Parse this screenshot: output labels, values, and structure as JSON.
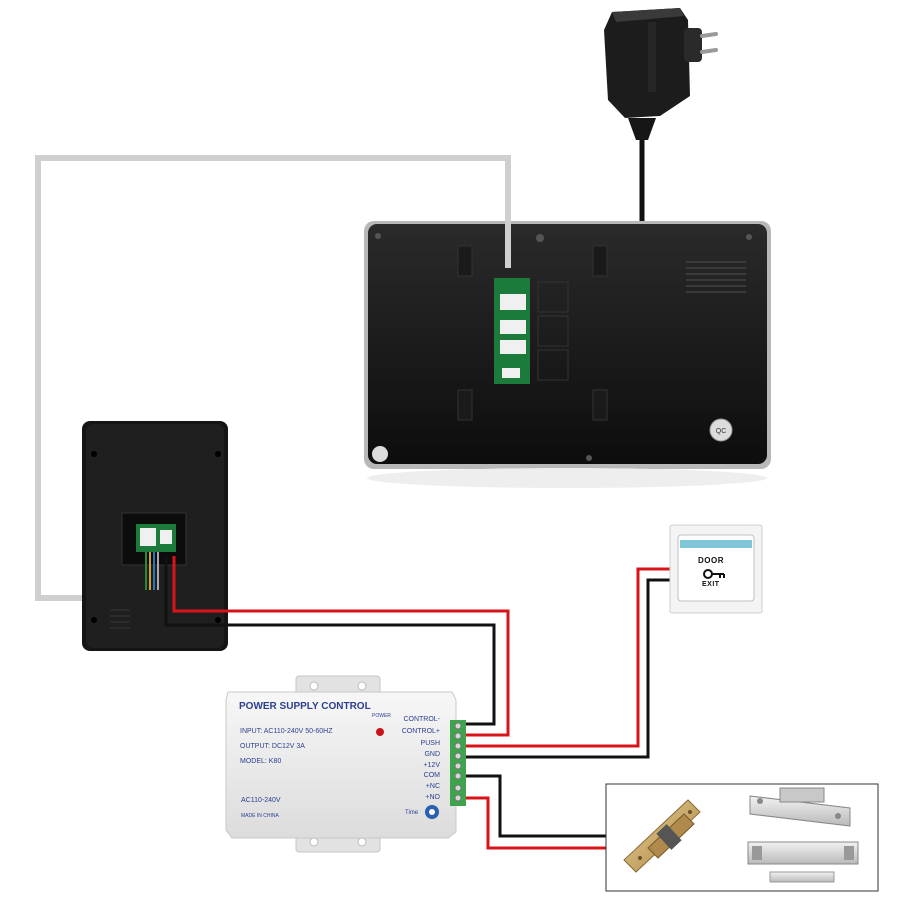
{
  "power_supply": {
    "title": "POWER SUPPLY CONTROL",
    "power_label": "POWER",
    "input": "INPUT: AC110-240V  50-60HZ",
    "output": "OUTPUT: DC12V  3A",
    "model": "MODEL: K80",
    "ac_label": "AC110-240V",
    "made_in": "MADE IN CHINA",
    "time_label": "Time",
    "terminals": [
      "CONTROL-",
      "CONTROL+",
      "PUSH",
      "GND",
      "+12V",
      "COM",
      "+NC",
      "+NO"
    ]
  },
  "exit_button": {
    "top_text": "DOOR",
    "bottom_text": "EXIT"
  },
  "monitor": {
    "qc_label": "QC"
  },
  "colors": {
    "wire_red": "#d8141a",
    "wire_black": "#111111",
    "wire_grey": "#cfcfcf",
    "text_blue": "#2b3f8f"
  }
}
